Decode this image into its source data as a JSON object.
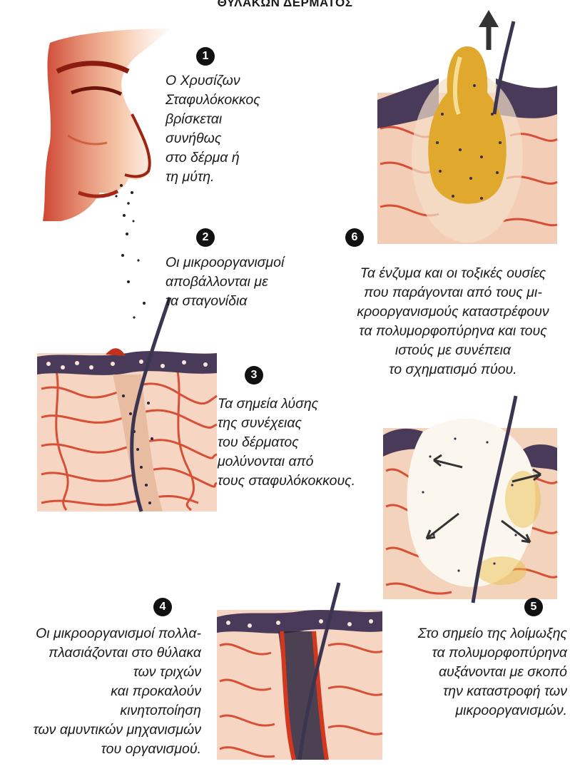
{
  "title": "ΘΥΛΑΚΩΝ ΔΕΡΜΑΤΟΣ",
  "steps": [
    {
      "number": "1",
      "text": "Ο Χρυσίζων\nΣταφυλόκοκκος\nβρίσκεται\nσυνήθως\nστο δέρμα ή\nτη μύτη."
    },
    {
      "number": "2",
      "text": "Οι μικροοργανισμοί\nαποβάλλονται με\nτα σταγονίδια"
    },
    {
      "number": "3",
      "text": "Τα σημεία λύσης\nτης συνέχειας\nτου δέρματος\nμολύνονται από\nτους σταφυλόκοκκους."
    },
    {
      "number": "4",
      "text": "Οι μικροοργανισμοί πολλα-\nπλασιάζονται στο θύλακα\nτων τριχών\nκαι προκαλούν\nκινητοποίηση\nτων αμυντικών μηχανισμών\nτου οργανισμού."
    },
    {
      "number": "5",
      "text": "Στο σημείο της λοίμωξης\nτα πολυμορφοπύρηνα\nαυξάνονται με σκοπό\nτην καταστροφή των\nμικροοργανισμών."
    },
    {
      "number": "6",
      "text": "Τα ένζυμα και οι τοξικές ουσίες\nπου παράγονται από τους μι-\nκροοργανισμούς καταστρέφουν\nτα πολυμορφοπύρηνα και τους\nιστούς με συνέπεια\nτο σχηματισμό πύου."
    }
  ],
  "colors": {
    "skin_red": "#d2381f",
    "skin_light": "#f6d9c8",
    "epidermis_dark": "#3a2a4a",
    "hair": "#3b3552",
    "pus_yellow": "#e0a82c",
    "badge": "#111111"
  }
}
